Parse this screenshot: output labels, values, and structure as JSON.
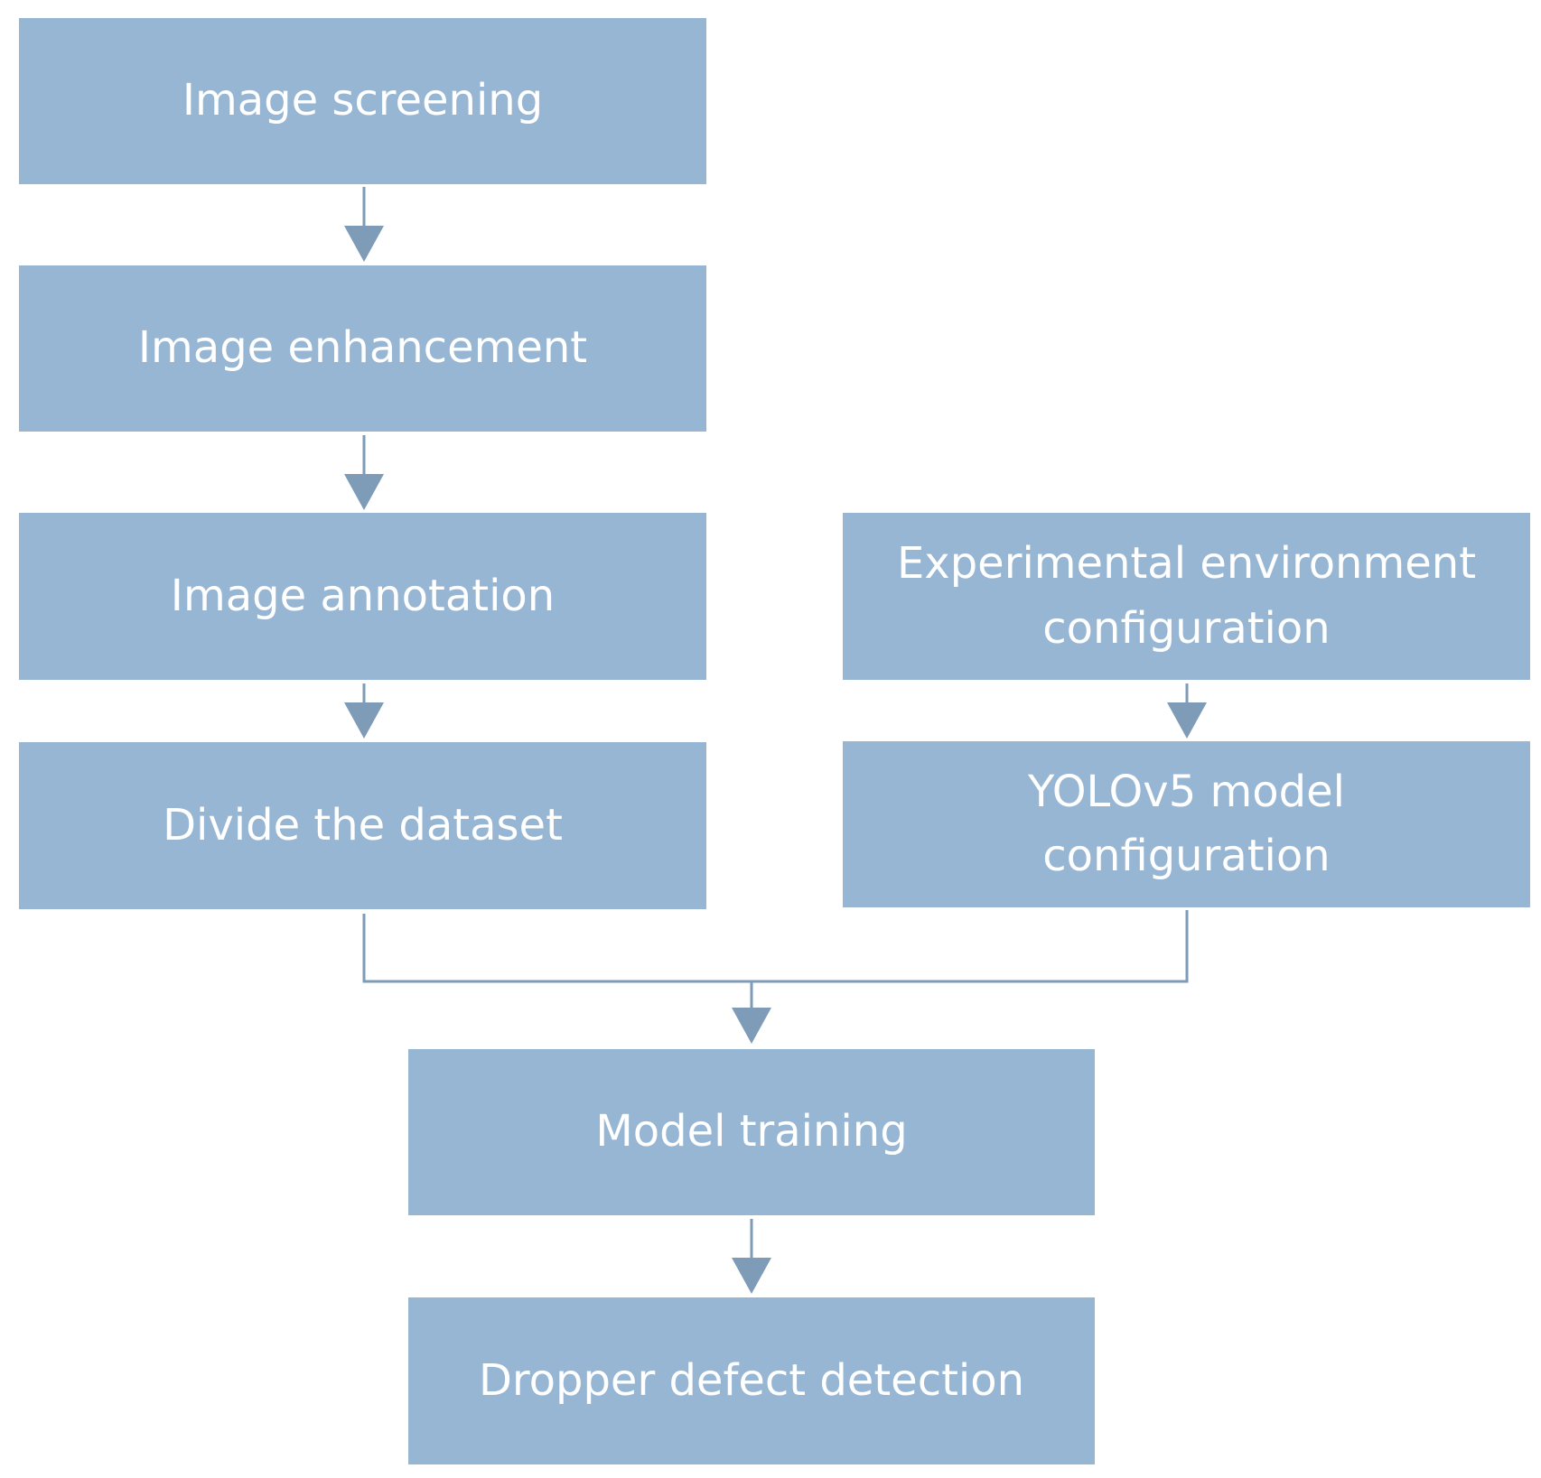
{
  "colors": {
    "box_fill": "#97b6d3",
    "box_text": "#ffffff",
    "connector": "#7e9bb8"
  },
  "steps": {
    "image_screening": "Image screening",
    "image_enhancement": "Image enhancement",
    "image_annotation": "Image annotation",
    "divide_dataset": "Divide the dataset",
    "experimental_environment": "Experimental environment\nconfiguration",
    "yolov5_model": "YOLOv5 model\nconfiguration",
    "model_training": "Model training",
    "dropper_defect_detection": "Dropper defect detection"
  }
}
